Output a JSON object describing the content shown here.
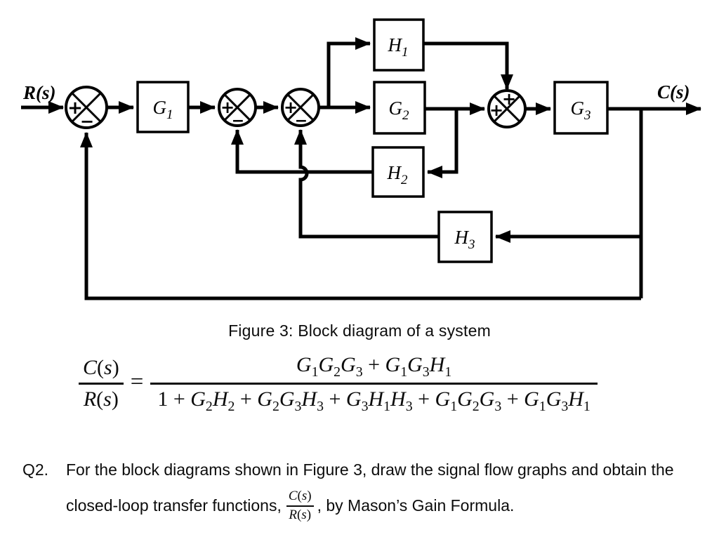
{
  "diagram": {
    "input_label": "R(s)",
    "output_label": "C(s)",
    "blocks": [
      {
        "id": "G1",
        "main": "G",
        "sub": "1"
      },
      {
        "id": "G2",
        "main": "G",
        "sub": "2"
      },
      {
        "id": "G3",
        "main": "G",
        "sub": "3"
      },
      {
        "id": "H1",
        "main": "H",
        "sub": "1"
      },
      {
        "id": "H2",
        "main": "H",
        "sub": "2"
      },
      {
        "id": "H3",
        "main": "H",
        "sub": "3"
      }
    ],
    "sums": [
      {
        "id": "sum-1",
        "signs": [
          "+",
          "−"
        ]
      },
      {
        "id": "sum-2",
        "signs": [
          "+",
          "−"
        ]
      },
      {
        "id": "sum-3",
        "signs": [
          "+",
          "−"
        ]
      },
      {
        "id": "sum-4",
        "signs": [
          "+",
          "+"
        ]
      }
    ]
  },
  "caption": "Figure 3: Block diagram of a system",
  "equation": {
    "lhs_num": "C(s)",
    "lhs_den": "R(s)",
    "equals": "=",
    "rhs_numerator": "G_1G_2G_3 + G_1G_3H_1",
    "rhs_denominator": "1 + G_2H_2 + G_2G_3H_3 + G_3H_1H_3 + G_1G_2G_3 + G_1G_3H_1"
  },
  "question": {
    "label": "Q2.",
    "line1": "For the block diagrams shown in Figure 3, draw the signal flow graphs and obtain the",
    "line2_pre": "closed-loop transfer functions,",
    "frac_num": "C(s)",
    "frac_den": "R(s)",
    "line2_post": ", by Mason’s Gain Formula."
  }
}
